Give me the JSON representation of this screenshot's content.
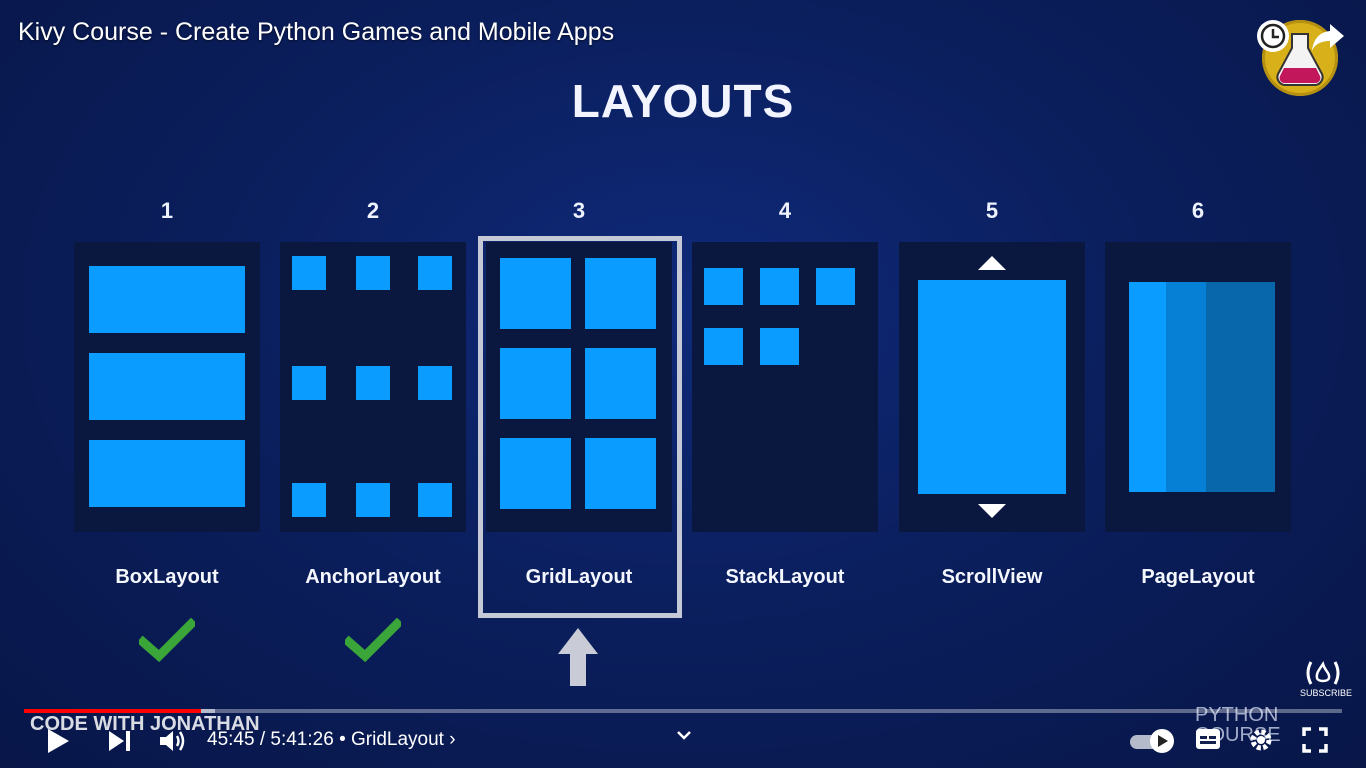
{
  "player": {
    "video_title": "Kivy Course - Create Python Games and Mobile Apps",
    "time_display": "45:45 / 5:41:26",
    "chapter": "• GridLayout",
    "chapter_arrow": "›",
    "progress_fraction": 0.134,
    "buffered_fraction": 0.145,
    "subscribe_label": "SUBSCRIBE",
    "watermark_left": "CODE WITH JONATHAN",
    "watermark_right_line1": "PYTHON",
    "watermark_right_line2": "COURSE",
    "icons": [
      "play-icon",
      "next-icon",
      "volume-icon",
      "chevron-down-icon",
      "autoplay-toggle-icon",
      "subtitles-icon",
      "settings-icon",
      "fullscreen-icon",
      "watch-later-icon",
      "share-icon"
    ]
  },
  "slide": {
    "heading": "LAYOUTS",
    "layouts": [
      {
        "number": "1",
        "name": "BoxLayout",
        "checked": true
      },
      {
        "number": "2",
        "name": "AnchorLayout",
        "checked": true
      },
      {
        "number": "3",
        "name": "GridLayout",
        "selected": true
      },
      {
        "number": "4",
        "name": "StackLayout"
      },
      {
        "number": "5",
        "name": "ScrollView"
      },
      {
        "number": "6",
        "name": "PageLayout"
      }
    ]
  },
  "colors": {
    "accent_block": "#0a9cff",
    "check_green": "#3aa63a",
    "progress_red": "#ff0000",
    "card_bg": "#0a1840"
  }
}
